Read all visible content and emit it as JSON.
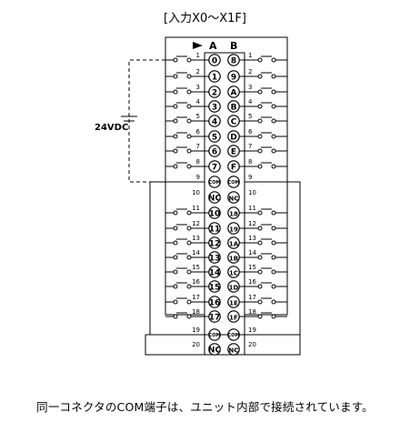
{
  "title": "[入力X0～X1F]",
  "caption": "同一コネクタのCOM端子は、ユニット内部で接続されています。",
  "column_a": "A",
  "column_b": "B",
  "voltage_label": "24VDC",
  "pins": [
    {
      "n": "1",
      "a": "0",
      "b": "8"
    },
    {
      "n": "2",
      "a": "1",
      "b": "9"
    },
    {
      "n": "3",
      "a": "2",
      "b": "A"
    },
    {
      "n": "4",
      "a": "3",
      "b": "B"
    },
    {
      "n": "5",
      "a": "4",
      "b": "C"
    },
    {
      "n": "6",
      "a": "5",
      "b": "D"
    },
    {
      "n": "7",
      "a": "6",
      "b": "E"
    },
    {
      "n": "8",
      "a": "7",
      "b": "F"
    },
    {
      "n": "9",
      "a": "COM",
      "b": "COM"
    },
    {
      "n": "10",
      "a": "NC",
      "b": "NC"
    },
    {
      "n": "11",
      "a": "10",
      "b": "18"
    },
    {
      "n": "12",
      "a": "11",
      "b": "19"
    },
    {
      "n": "13",
      "a": "12",
      "b": "1A"
    },
    {
      "n": "14",
      "a": "13",
      "b": "1B"
    },
    {
      "n": "15",
      "a": "14",
      "b": "1C"
    },
    {
      "n": "16",
      "a": "15",
      "b": "1D"
    },
    {
      "n": "17",
      "a": "16",
      "b": "1E"
    },
    {
      "n": "18",
      "a": "17",
      "b": "1F"
    },
    {
      "n": "19",
      "a": "COM",
      "b": "COM"
    },
    {
      "n": "20",
      "a": "NC",
      "b": "NC"
    }
  ]
}
